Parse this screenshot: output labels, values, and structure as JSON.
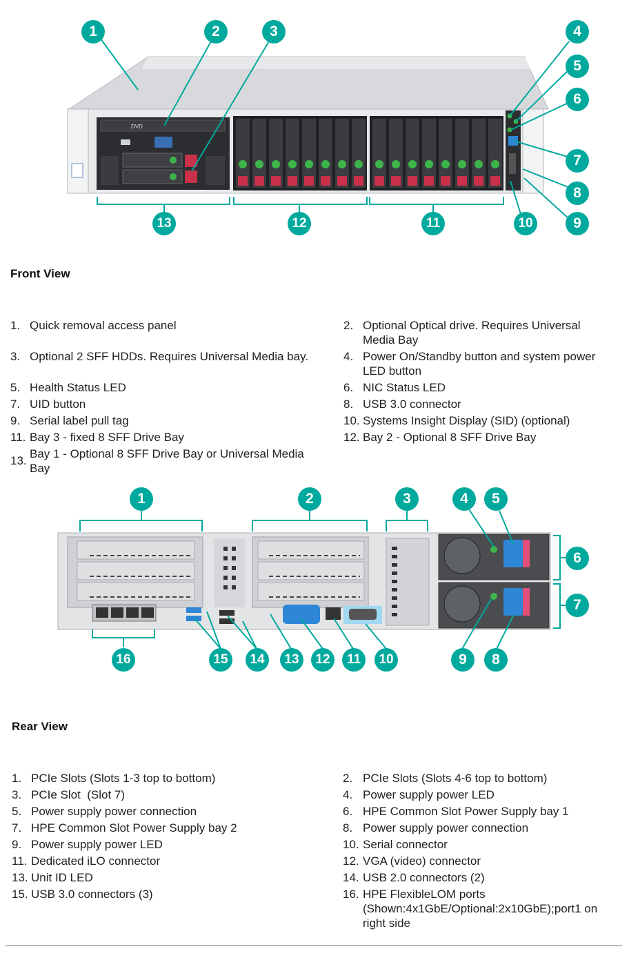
{
  "front": {
    "section_title": "Front View",
    "image_label": "Front View",
    "dvd_label": "DVD",
    "callouts": [
      "1",
      "2",
      "3",
      "4",
      "5",
      "6",
      "7",
      "8",
      "9",
      "10",
      "11",
      "12",
      "13"
    ],
    "items": [
      {
        "num": "1.",
        "text": "Quick removal access panel"
      },
      {
        "num": "2.",
        "text": "Optional Optical drive. Requires Universal Media Bay"
      },
      {
        "num": "3.",
        "text": "Optional 2 SFF HDDs. Requires Universal Media bay."
      },
      {
        "num": "4.",
        "text": "Power On/Standby button and system power LED button"
      },
      {
        "num": "5.",
        "text": "Health Status LED"
      },
      {
        "num": "6.",
        "text": "NIC Status LED"
      },
      {
        "num": "7.",
        "text": "UID button"
      },
      {
        "num": "8.",
        "text": "USB 3.0 connector"
      },
      {
        "num": "9.",
        "text": "Serial label pull tag"
      },
      {
        "num": "10.",
        "text": "Systems Insight Display (SID) (optional)"
      },
      {
        "num": "11.",
        "text": "Bay 3 - fixed 8 SFF Drive Bay"
      },
      {
        "num": "12.",
        "text": "Bay 2 - Optional 8 SFF Drive Bay"
      },
      {
        "num": "13.",
        "text": "Bay 1 - Optional 8 SFF Drive Bay or Universal Media Bay"
      }
    ]
  },
  "rear": {
    "section_title": "Rear View",
    "callouts": [
      "1",
      "2",
      "3",
      "4",
      "5",
      "6",
      "7",
      "8",
      "9",
      "10",
      "11",
      "12",
      "13",
      "14",
      "15",
      "16"
    ],
    "items": [
      {
        "num": "1.",
        "text": "PCIe Slots (Slots 1-3 top to bottom)"
      },
      {
        "num": "2.",
        "text": "PCIe Slots (Slots 4-6 top to bottom)"
      },
      {
        "num": "3.",
        "text": "PCIe Slot  (Slot 7)"
      },
      {
        "num": "4.",
        "text": "Power supply power LED"
      },
      {
        "num": "5.",
        "text": "Power supply power connection"
      },
      {
        "num": "6.",
        "text": "HPE Common Slot Power Supply bay 1"
      },
      {
        "num": "7.",
        "text": "HPE Common Slot Power Supply bay 2"
      },
      {
        "num": "8.",
        "text": "Power supply power connection"
      },
      {
        "num": "9.",
        "text": "Power supply power LED"
      },
      {
        "num": "10.",
        "text": "Serial connector"
      },
      {
        "num": "11.",
        "text": "Dedicated iLO connector"
      },
      {
        "num": "12.",
        "text": "VGA (video) connector"
      },
      {
        "num": "13.",
        "text": "Unit ID LED"
      },
      {
        "num": "14.",
        "text": "USB 2.0 connectors (2)"
      },
      {
        "num": "15.",
        "text": "USB 3.0 connectors (3)"
      },
      {
        "num": "16.",
        "text": "HPE FlexibleLOM ports (Shown:4x1GbE/Optional:2x10GbE);port1 on right side"
      }
    ]
  },
  "colors": {
    "callout": "#00a99d",
    "drive_green": "#3db54a",
    "drive_red": "#c9304a",
    "psu_blue": "#2e86d6",
    "psu_pink": "#e2507a"
  }
}
